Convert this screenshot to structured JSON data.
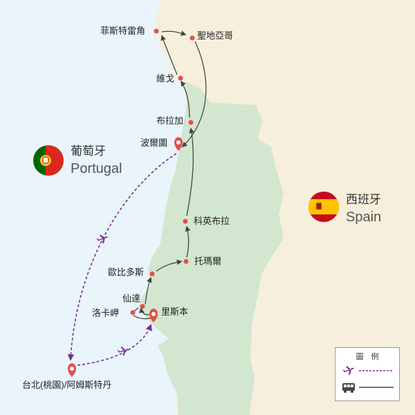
{
  "places": {
    "finisterre": "菲斯特雷角",
    "santiago": "聖地亞哥",
    "vigo": "維戈",
    "braga": "布拉加",
    "porto": "波爾圖",
    "coimbra": "科英布拉",
    "tomar": "托瑪爾",
    "obidos": "歐比多斯",
    "sintra": "仙達",
    "cabo_da_roca": "洛卡岬",
    "lisbon": "里斯本",
    "taipei_amsterdam": "台北(桃園)/阿姆斯特丹"
  },
  "countries": {
    "portugal_zh": "葡萄牙",
    "portugal_en": "Portugal",
    "spain_zh": "西班牙",
    "spain_en": "Spain"
  },
  "legend": {
    "title": "圖　例",
    "items": [
      {
        "icon": "airplane-icon",
        "line": "dashed",
        "color": "#7b2d8e"
      },
      {
        "icon": "bus-icon",
        "line": "solid",
        "color": "#444444"
      }
    ]
  },
  "colors": {
    "sea": "#e9f4fb",
    "portugal_land": "#d3e6cf",
    "spain_land": "#f6efdb",
    "route_flight": "#7b2d8e",
    "route_bus": "#444444",
    "marker": "#e4504a"
  }
}
